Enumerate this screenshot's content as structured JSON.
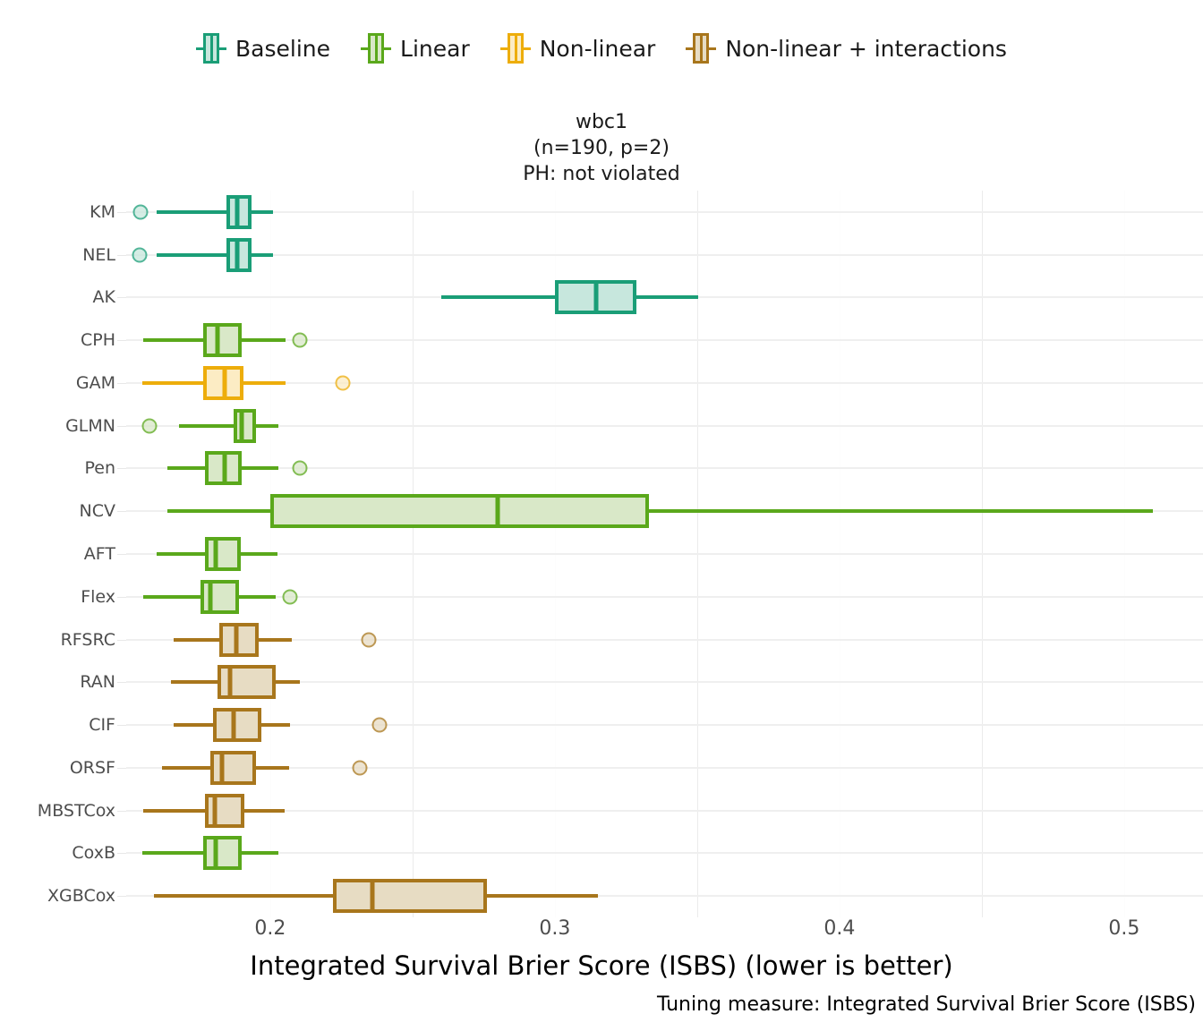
{
  "legend": {
    "items": [
      {
        "label": "Baseline",
        "color": "#1a9e77",
        "fill": "#c7e7dd"
      },
      {
        "label": "Linear",
        "color": "#5aa81b",
        "fill": "#d9e8c8"
      },
      {
        "label": "Non-linear",
        "color": "#edad0b",
        "fill": "#fcecc4"
      },
      {
        "label": "Non-linear + interactions",
        "color": "#a8761c",
        "fill": "#e7dcc3"
      }
    ]
  },
  "title": {
    "line1": "wbc1",
    "line2": "(n=190, p=2)",
    "line3": "PH: not violated"
  },
  "axis": {
    "xlabel": "Integrated Survival Brier Score (ISBS) (lower is better)",
    "xticks": [
      "0.2",
      "0.3",
      "0.4",
      "0.5"
    ],
    "xtick_values": [
      0.2,
      0.3,
      0.4,
      0.5
    ],
    "xlim": [
      0.1494,
      0.5277
    ],
    "minor_gridlines": [
      0.25,
      0.35,
      0.45
    ]
  },
  "caption": "Tuning measure: Integrated Survival Brier Score (ISBS)",
  "chart_data": {
    "type": "boxplot",
    "title": "wbc1",
    "xlabel": "Integrated Survival Brier Score (ISBS) (lower is better)",
    "ylabel": "",
    "xlim": [
      0.1494,
      0.5277
    ],
    "grid": true,
    "legend_position": "top",
    "orientation": "horizontal",
    "groups": [
      "Baseline",
      "Linear",
      "Non-linear",
      "Non-linear + interactions"
    ],
    "boxes": [
      {
        "label": "KM",
        "group": "Baseline",
        "whisker_low": 0.16,
        "q1": 0.1845,
        "median": 0.1885,
        "q3": 0.1935,
        "whisker_high": 0.201,
        "outliers": [
          0.1545
        ]
      },
      {
        "label": "NEL",
        "group": "Baseline",
        "whisker_low": 0.16,
        "q1": 0.1845,
        "median": 0.1885,
        "q3": 0.1935,
        "whisker_high": 0.201,
        "outliers": [
          0.154
        ]
      },
      {
        "label": "AK",
        "group": "Baseline",
        "whisker_low": 0.26,
        "q1": 0.3,
        "median": 0.3145,
        "q3": 0.3285,
        "whisker_high": 0.3505,
        "outliers": []
      },
      {
        "label": "CPH",
        "group": "Linear",
        "whisker_low": 0.1555,
        "q1": 0.1765,
        "median": 0.1815,
        "q3": 0.19,
        "whisker_high": 0.2055,
        "outliers": [
          0.2105
        ]
      },
      {
        "label": "GAM",
        "group": "Non-linear",
        "whisker_low": 0.155,
        "q1": 0.1765,
        "median": 0.184,
        "q3": 0.1905,
        "whisker_high": 0.2055,
        "outliers": [
          0.2255
        ]
      },
      {
        "label": "GLMN",
        "group": "Linear",
        "whisker_low": 0.168,
        "q1": 0.187,
        "median": 0.19,
        "q3": 0.195,
        "whisker_high": 0.203,
        "outliers": [
          0.1575
        ]
      },
      {
        "label": "Pen",
        "group": "Linear",
        "whisker_low": 0.164,
        "q1": 0.177,
        "median": 0.184,
        "q3": 0.19,
        "whisker_high": 0.203,
        "outliers": [
          0.2105
        ]
      },
      {
        "label": "NCV",
        "group": "Linear",
        "whisker_low": 0.164,
        "q1": 0.2,
        "median": 0.28,
        "q3": 0.333,
        "whisker_high": 0.51,
        "outliers": []
      },
      {
        "label": "AFT",
        "group": "Linear",
        "whisker_low": 0.16,
        "q1": 0.177,
        "median": 0.181,
        "q3": 0.1895,
        "whisker_high": 0.2025,
        "outliers": []
      },
      {
        "label": "Flex",
        "group": "Linear",
        "whisker_low": 0.1555,
        "q1": 0.1755,
        "median": 0.179,
        "q3": 0.189,
        "whisker_high": 0.202,
        "outliers": [
          0.207
        ]
      },
      {
        "label": "RFSRC",
        "group": "Non-linear + interactions",
        "whisker_low": 0.166,
        "q1": 0.182,
        "median": 0.188,
        "q3": 0.196,
        "whisker_high": 0.2075,
        "outliers": [
          0.2345
        ]
      },
      {
        "label": "RAN",
        "group": "Non-linear + interactions",
        "whisker_low": 0.165,
        "q1": 0.1815,
        "median": 0.186,
        "q3": 0.202,
        "whisker_high": 0.2105,
        "outliers": []
      },
      {
        "label": "CIF",
        "group": "Non-linear + interactions",
        "whisker_low": 0.166,
        "q1": 0.18,
        "median": 0.187,
        "q3": 0.197,
        "whisker_high": 0.207,
        "outliers": [
          0.2385
        ]
      },
      {
        "label": "ORSF",
        "group": "Non-linear + interactions",
        "whisker_low": 0.162,
        "q1": 0.179,
        "median": 0.183,
        "q3": 0.195,
        "whisker_high": 0.2065,
        "outliers": [
          0.2315
        ]
      },
      {
        "label": "MBSTCox",
        "group": "Non-linear + interactions",
        "whisker_low": 0.1555,
        "q1": 0.177,
        "median": 0.1805,
        "q3": 0.191,
        "whisker_high": 0.205,
        "outliers": []
      },
      {
        "label": "CoxB",
        "group": "Linear",
        "whisker_low": 0.155,
        "q1": 0.1765,
        "median": 0.181,
        "q3": 0.19,
        "whisker_high": 0.203,
        "outliers": []
      },
      {
        "label": "XGBCox",
        "group": "Non-linear + interactions",
        "whisker_low": 0.159,
        "q1": 0.222,
        "median": 0.236,
        "q3": 0.276,
        "whisker_high": 0.315,
        "outliers": []
      }
    ]
  }
}
